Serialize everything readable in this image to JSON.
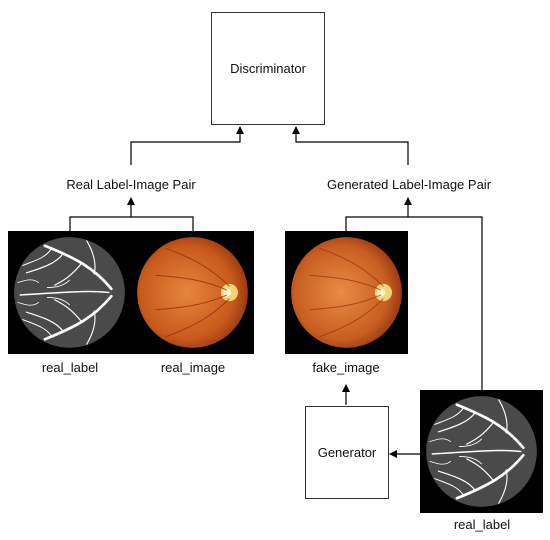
{
  "discriminator": {
    "label": "Discriminator"
  },
  "generator": {
    "label": "Generator"
  },
  "pairs": {
    "real": "Real Label-Image Pair",
    "generated": "Generated Label-Image Pair"
  },
  "images": {
    "real_label": "real_label",
    "real_image": "real_image",
    "fake_image": "fake_image",
    "real_label_input": "real_label"
  },
  "colors": {
    "line": "#000000",
    "box_border": "#333333",
    "fundus_center": "#e6863c",
    "fundus_edge": "#8c2e0c",
    "vessel": "#ffffff"
  }
}
